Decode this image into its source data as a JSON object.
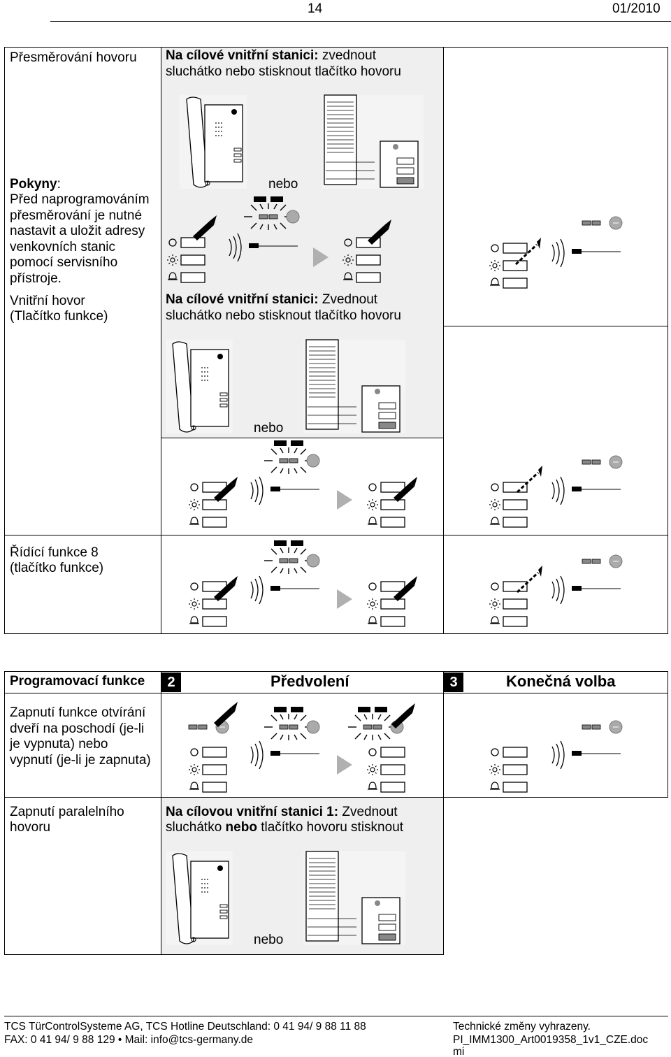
{
  "header": {
    "page_number": "14",
    "date": "01/2010"
  },
  "table1": {
    "row1": {
      "label": "Přesměrování hovoru",
      "instruction_bold": "Na cílové vnitřní stanici:",
      "instruction_rest": " zvednout",
      "instruction_line2": "sluchátko nebo stisknout tlačítko hovoru",
      "or_label": "nebo"
    },
    "notes": {
      "title": "Pokyny",
      "title_suffix": ":",
      "lines": [
        "Před naprogramováním",
        "přesměrování je nutné",
        "nastavit a uložit adresy",
        "venkovních stanic",
        "pomocí servisního",
        "přístroje."
      ]
    },
    "row2": {
      "label_line1": "Vnitřní hovor",
      "label_line2": "(Tlačítko funkce)",
      "instruction_bold": "Na cílové vnitřní stanici:",
      "instruction_rest": " Zvednout",
      "instruction_line2": "sluchátko nebo stisknout tlačítko hovoru",
      "or_label": "nebo"
    },
    "row3": {
      "label_line1": "Řídící funkce 8",
      "label_line2": "(tlačítko funkce)"
    }
  },
  "table2": {
    "header": {
      "col1": "Programovací funkce",
      "step2_num": "2",
      "step2_label": "Předvolení",
      "step3_num": "3",
      "step3_label": "Konečná volba"
    },
    "row1": {
      "lines": [
        "Zapnutí funkce otvírání",
        "dveří na poschodí (je-li",
        "je vypnuta) nebo",
        "vypnutí (je-li je zapnuta)"
      ]
    },
    "row2": {
      "label_line1": "Zapnutí paralelního",
      "label_line2": "hovoru",
      "instruction_bold": "Na cílovou vnitřní stanici 1:",
      "instruction_rest": " Zvednout",
      "instruction_line2_a": "sluchátko ",
      "instruction_line2_bold": "nebo",
      "instruction_line2_b": " tlačítko hovoru stisknout",
      "or_label": "nebo"
    }
  },
  "footer": {
    "line1_left": "TCS TürControlSysteme AG, TCS Hotline Deutschland:  0 41 94/ 9 88 11 88",
    "line2_left": "FAX: 0 41 94/ 9 88 129  •  Mail: info@tcs-germany.de",
    "line1_right": "Technické změny vyhrazeny.",
    "line2_right": "PI_IMM1300_Art0019358_1v1_CZE.doc",
    "line3_right": "mi"
  }
}
